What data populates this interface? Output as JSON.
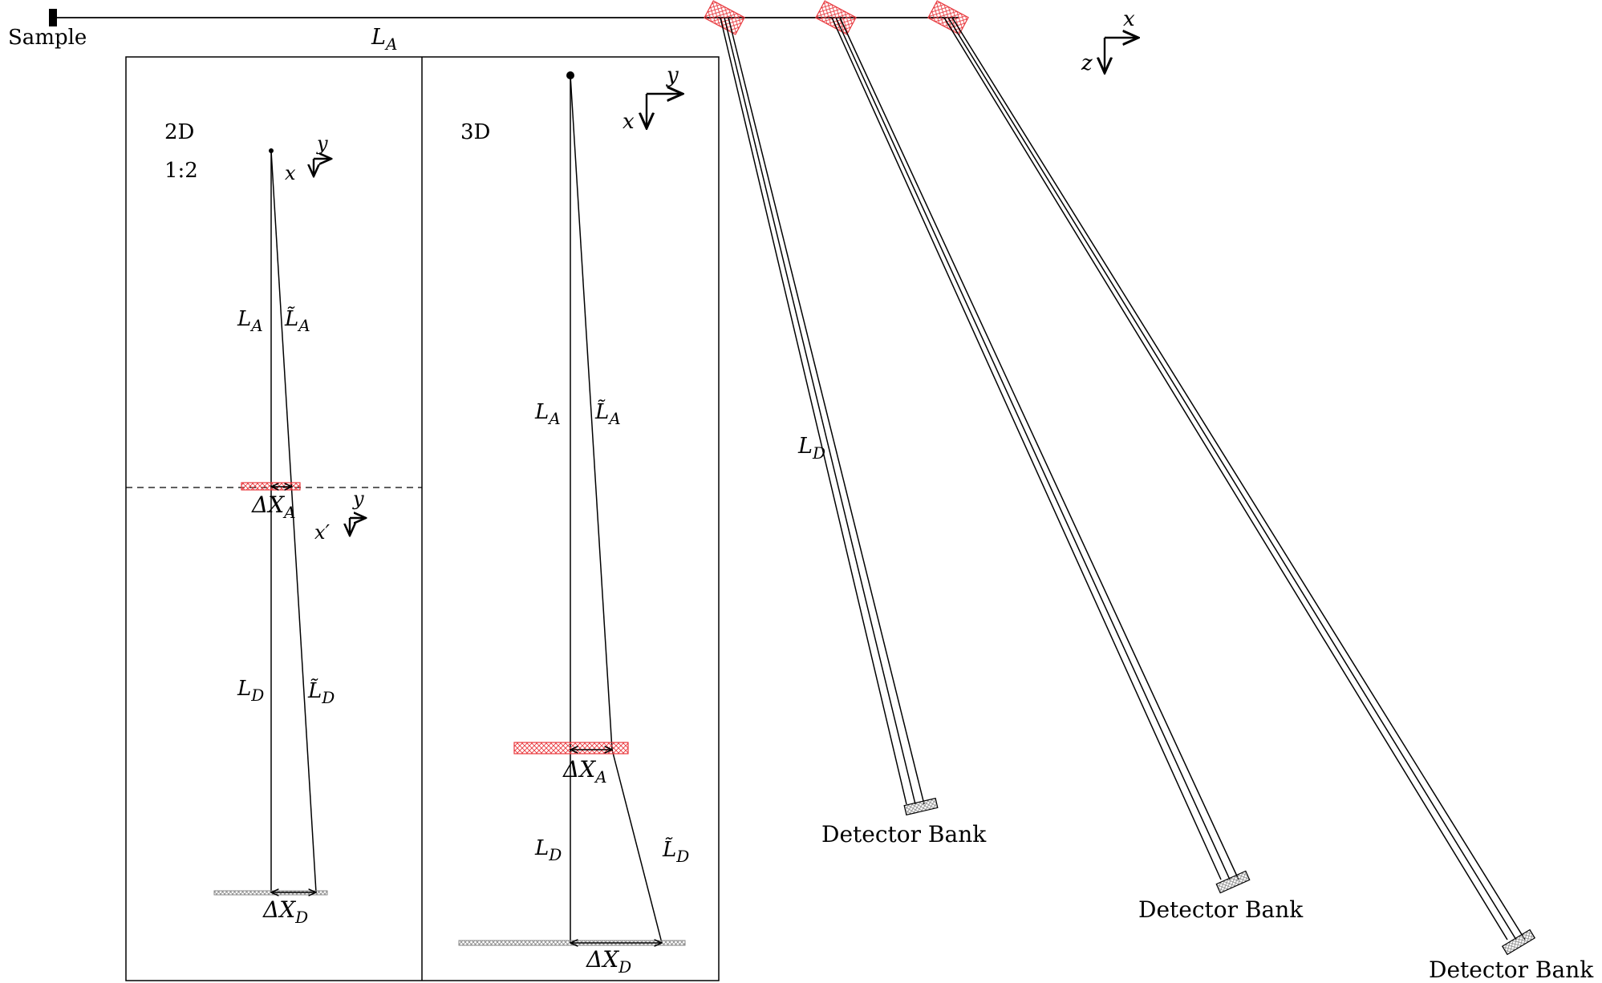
{
  "labels": {
    "sample": "Sample",
    "la_top": "L",
    "la_top_sub": "A",
    "ld_right": "L",
    "ld_right_sub": "D",
    "detector_bank_1": "Detector Bank",
    "detector_bank_2": "Detector Bank",
    "detector_bank_3": "Detector Bank"
  },
  "axes_top": {
    "x": "x",
    "z": "z"
  },
  "panel_2d": {
    "title": "2D",
    "scale": "1:2",
    "axis_x": "x",
    "axis_y": "y",
    "axis_x_prime": "x′",
    "axis_y_prime": "y",
    "la": "L",
    "la_sub": "A",
    "la_tilde": "L̃",
    "la_tilde_sub": "A",
    "ld": "L",
    "ld_sub": "D",
    "ld_tilde": "L̃",
    "ld_tilde_sub": "D",
    "dxa": "ΔX",
    "dxa_sub": "A",
    "dxd": "ΔX",
    "dxd_sub": "D"
  },
  "panel_3d": {
    "title": "3D",
    "axis_x": "x",
    "axis_y": "y",
    "la": "L",
    "la_sub": "A",
    "la_tilde": "L̃",
    "la_tilde_sub": "A",
    "ld": "L",
    "ld_sub": "D",
    "ld_tilde": "L̃",
    "ld_tilde_sub": "D",
    "dxa": "ΔX",
    "dxa_sub": "A",
    "dxd": "ΔX",
    "dxd_sub": "D"
  },
  "colors": {
    "analyzer_red": "#e8383d",
    "detector_gray": "#888888",
    "line": "#000000"
  }
}
